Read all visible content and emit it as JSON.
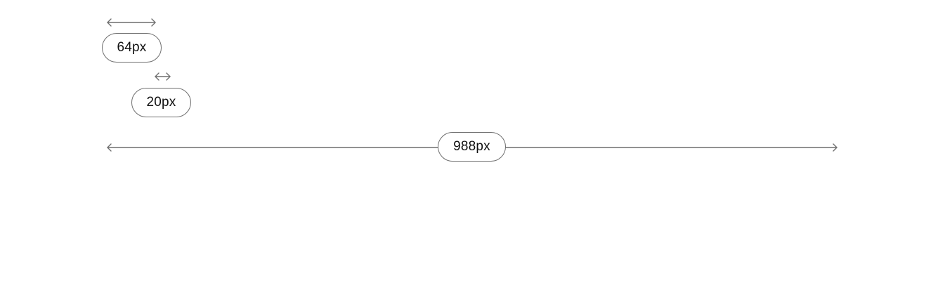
{
  "measurements": [
    {
      "id": "outer-margin",
      "label": "64px"
    },
    {
      "id": "inner-gap",
      "label": "20px"
    },
    {
      "id": "content-width",
      "label": "988px"
    }
  ],
  "colors": {
    "line": "#6f6f6f",
    "text": "#111111",
    "background": "#ffffff"
  }
}
